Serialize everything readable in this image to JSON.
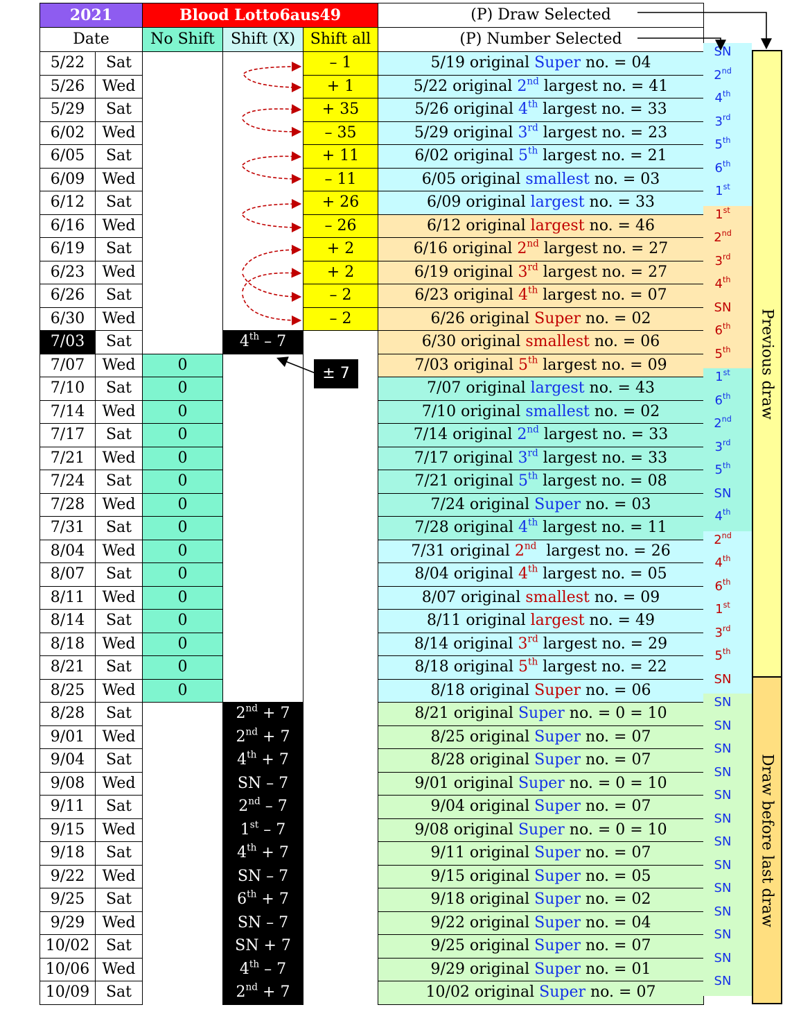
{
  "header": {
    "year": "2021",
    "title": "Blood Lotto6aus49",
    "draw_selected": "(P) Draw Selected",
    "col_date": "Date",
    "col_no_shift": "No Shift",
    "col_shift_x": "Shift (X)",
    "col_shift_all": "Shift all",
    "number_selected": "(P) Number Selected"
  },
  "pm7_label": "± 7",
  "vertical_labels": {
    "previous": "Previous draw",
    "before_last": "Draw before last draw"
  },
  "colors": {
    "purple": "#8e5cf0",
    "red": "#ff0000",
    "mint": "#7ff5cf",
    "yellow": "#ffff00",
    "cyan": "#c6fbff",
    "orange": "#ffe8b0",
    "teal": "#a5f7e3",
    "green": "#d2fcc8",
    "bar_yellow": "#ffff99",
    "bar_gold": "#ffdf80",
    "blue_text": "#1430e8",
    "red_text": "#c00000"
  },
  "rows": [
    {
      "date": "5/22",
      "day": "Sat",
      "noshift": "",
      "shiftx": "",
      "shiftall": "– 1",
      "sel_pre": "5/19 original ",
      "sel_word": "Super",
      "sel_sup": "",
      "sel_post": " no. = 04",
      "bg": "cyan",
      "wc": "blue",
      "side": "SN",
      "side_sup": "",
      "side_color": "blue"
    },
    {
      "date": "5/26",
      "day": "Wed",
      "noshift": "",
      "shiftx": "",
      "shiftall": "+ 1",
      "sel_pre": "5/22 original ",
      "sel_word": "2",
      "sel_sup": "nd",
      "sel_post": " largest no. = 41",
      "bg": "cyan",
      "wc": "blue",
      "side": "2",
      "side_sup": "nd",
      "side_color": "blue"
    },
    {
      "date": "5/29",
      "day": "Sat",
      "noshift": "",
      "shiftx": "",
      "shiftall": "+ 35",
      "sel_pre": "5/26 original ",
      "sel_word": "4",
      "sel_sup": "th",
      "sel_post": " largest no. = 33",
      "bg": "cyan",
      "wc": "blue",
      "side": "4",
      "side_sup": "th",
      "side_color": "blue"
    },
    {
      "date": "6/02",
      "day": "Wed",
      "noshift": "",
      "shiftx": "",
      "shiftall": "– 35",
      "sel_pre": "5/29 original ",
      "sel_word": "3",
      "sel_sup": "rd",
      "sel_post": " largest no. = 23",
      "bg": "cyan",
      "wc": "blue",
      "side": "3",
      "side_sup": "rd",
      "side_color": "blue"
    },
    {
      "date": "6/05",
      "day": "Sat",
      "noshift": "",
      "shiftx": "",
      "shiftall": "+ 11",
      "sel_pre": "6/02 original ",
      "sel_word": "5",
      "sel_sup": "th",
      "sel_post": " largest no. = 21",
      "bg": "cyan",
      "wc": "blue",
      "side": "5",
      "side_sup": "th",
      "side_color": "blue"
    },
    {
      "date": "6/09",
      "day": "Wed",
      "noshift": "",
      "shiftx": "",
      "shiftall": "– 11",
      "sel_pre": "6/05 original ",
      "sel_word": "smallest",
      "sel_sup": "",
      "sel_post": " no. = 03",
      "bg": "cyan",
      "wc": "blue",
      "side": "6",
      "side_sup": "th",
      "side_color": "blue"
    },
    {
      "date": "6/12",
      "day": "Sat",
      "noshift": "",
      "shiftx": "",
      "shiftall": "+ 26",
      "sel_pre": "6/09 original ",
      "sel_word": "largest",
      "sel_sup": "",
      "sel_post": " no. = 33",
      "bg": "cyan",
      "wc": "blue",
      "side": "1",
      "side_sup": "st",
      "side_color": "blue"
    },
    {
      "date": "6/16",
      "day": "Wed",
      "noshift": "",
      "shiftx": "",
      "shiftall": "– 26",
      "sel_pre": "6/12 original ",
      "sel_word": "largest",
      "sel_sup": "",
      "sel_post": " no. = 46",
      "bg": "orange",
      "wc": "red",
      "side": "1",
      "side_sup": "st",
      "side_color": "red"
    },
    {
      "date": "6/19",
      "day": "Sat",
      "noshift": "",
      "shiftx": "",
      "shiftall": "+ 2",
      "sel_pre": "6/16 original ",
      "sel_word": "2",
      "sel_sup": "nd",
      "sel_post": " largest no. = 27",
      "bg": "orange",
      "wc": "red",
      "side": "2",
      "side_sup": "nd",
      "side_color": "red"
    },
    {
      "date": "6/23",
      "day": "Wed",
      "noshift": "",
      "shiftx": "",
      "shiftall": "+ 2",
      "sel_pre": "6/19 original ",
      "sel_word": "3",
      "sel_sup": "rd",
      "sel_post": " largest no. = 27",
      "bg": "orange",
      "wc": "red",
      "side": "3",
      "side_sup": "rd",
      "side_color": "red"
    },
    {
      "date": "6/26",
      "day": "Sat",
      "noshift": "",
      "shiftx": "",
      "shiftall": "– 2",
      "sel_pre": "6/23 original ",
      "sel_word": "4",
      "sel_sup": "th",
      "sel_post": " largest no. = 07",
      "bg": "orange",
      "wc": "red",
      "side": "4",
      "side_sup": "th",
      "side_color": "red"
    },
    {
      "date": "6/30",
      "day": "Wed",
      "noshift": "",
      "shiftx": "",
      "shiftall": "– 2",
      "sel_pre": "6/26 original ",
      "sel_word": "Super",
      "sel_sup": "",
      "sel_post": " no. = 02",
      "bg": "orange",
      "wc": "red",
      "side": "SN",
      "side_sup": "",
      "side_color": "red"
    },
    {
      "date": "7/03",
      "day": "Sat",
      "noshift": "",
      "shiftx": "4th – 7",
      "shiftall": "",
      "sel_pre": "6/30 original ",
      "sel_word": "smallest",
      "sel_sup": "",
      "sel_post": " no. = 06",
      "bg": "orange",
      "wc": "red",
      "side": "6",
      "side_sup": "th",
      "side_color": "red"
    },
    {
      "date": "7/07",
      "day": "Wed",
      "noshift": "0",
      "shiftx": "",
      "shiftall": "",
      "sel_pre": "7/03 original ",
      "sel_word": "5",
      "sel_sup": "th",
      "sel_post": " largest no. = 09",
      "bg": "orange",
      "wc": "red",
      "side": "5",
      "side_sup": "th",
      "side_color": "red"
    },
    {
      "date": "7/10",
      "day": "Sat",
      "noshift": "0",
      "shiftx": "",
      "shiftall": "",
      "sel_pre": "7/07 original ",
      "sel_word": "largest",
      "sel_sup": "",
      "sel_post": " no. = 43",
      "bg": "teal",
      "wc": "blue",
      "side": "1",
      "side_sup": "st",
      "side_color": "blue"
    },
    {
      "date": "7/14",
      "day": "Wed",
      "noshift": "0",
      "shiftx": "",
      "shiftall": "",
      "sel_pre": "7/10 original ",
      "sel_word": "smallest",
      "sel_sup": "",
      "sel_post": " no. = 02",
      "bg": "teal",
      "wc": "blue",
      "side": "6",
      "side_sup": "th",
      "side_color": "blue"
    },
    {
      "date": "7/17",
      "day": "Sat",
      "noshift": "0",
      "shiftx": "",
      "shiftall": "",
      "sel_pre": "7/14 original ",
      "sel_word": "2",
      "sel_sup": "nd",
      "sel_post": " largest no. = 33",
      "bg": "teal",
      "wc": "blue",
      "side": "2",
      "side_sup": "nd",
      "side_color": "blue"
    },
    {
      "date": "7/21",
      "day": "Wed",
      "noshift": "0",
      "shiftx": "",
      "shiftall": "",
      "sel_pre": "7/17 original ",
      "sel_word": "3",
      "sel_sup": "rd",
      "sel_post": " largest no. = 33",
      "bg": "teal",
      "wc": "blue",
      "side": "3",
      "side_sup": "rd",
      "side_color": "blue"
    },
    {
      "date": "7/24",
      "day": "Sat",
      "noshift": "0",
      "shiftx": "",
      "shiftall": "",
      "sel_pre": "7/21 original ",
      "sel_word": "5",
      "sel_sup": "th",
      "sel_post": " largest no. = 08",
      "bg": "teal",
      "wc": "blue",
      "side": "5",
      "side_sup": "th",
      "side_color": "blue"
    },
    {
      "date": "7/28",
      "day": "Wed",
      "noshift": "0",
      "shiftx": "",
      "shiftall": "",
      "sel_pre": "7/24 original ",
      "sel_word": "Super",
      "sel_sup": "",
      "sel_post": " no. = 03",
      "bg": "teal",
      "wc": "blue",
      "side": "SN",
      "side_sup": "",
      "side_color": "blue"
    },
    {
      "date": "7/31",
      "day": "Sat",
      "noshift": "0",
      "shiftx": "",
      "shiftall": "",
      "sel_pre": "7/28 original ",
      "sel_word": "4",
      "sel_sup": "th",
      "sel_post": " largest no. = 11",
      "bg": "teal",
      "wc": "blue",
      "side": "4",
      "side_sup": "th",
      "side_color": "blue"
    },
    {
      "date": "8/04",
      "day": "Wed",
      "noshift": "0",
      "shiftx": "",
      "shiftall": "",
      "sel_pre": "7/31 original ",
      "sel_word": "2",
      "sel_sup": "nd",
      "sel_post": "  largest no. = 26",
      "bg": "cyan",
      "wc": "red",
      "side": "2",
      "side_sup": "nd",
      "side_color": "red"
    },
    {
      "date": "8/07",
      "day": "Sat",
      "noshift": "0",
      "shiftx": "",
      "shiftall": "",
      "sel_pre": "8/04 original ",
      "sel_word": "4",
      "sel_sup": "th",
      "sel_post": " largest no. = 05",
      "bg": "cyan",
      "wc": "red",
      "side": "4",
      "side_sup": "th",
      "side_color": "red"
    },
    {
      "date": "8/11",
      "day": "Wed",
      "noshift": "0",
      "shiftx": "",
      "shiftall": "",
      "sel_pre": "8/07 original ",
      "sel_word": "smallest",
      "sel_sup": "",
      "sel_post": " no. = 09",
      "bg": "cyan",
      "wc": "red",
      "side": "6",
      "side_sup": "th",
      "side_color": "red"
    },
    {
      "date": "8/14",
      "day": "Sat",
      "noshift": "0",
      "shiftx": "",
      "shiftall": "",
      "sel_pre": "8/11 original ",
      "sel_word": "largest",
      "sel_sup": "",
      "sel_post": " no. = 49",
      "bg": "cyan",
      "wc": "red",
      "side": "1",
      "side_sup": "st",
      "side_color": "red"
    },
    {
      "date": "8/18",
      "day": "Wed",
      "noshift": "0",
      "shiftx": "",
      "shiftall": "",
      "sel_pre": "8/14 original ",
      "sel_word": "3",
      "sel_sup": "rd",
      "sel_post": " largest no. = 29",
      "bg": "cyan",
      "wc": "red",
      "side": "3",
      "side_sup": "rd",
      "side_color": "red"
    },
    {
      "date": "8/21",
      "day": "Sat",
      "noshift": "0",
      "shiftx": "",
      "shiftall": "",
      "sel_pre": "8/18 original ",
      "sel_word": "5",
      "sel_sup": "th",
      "sel_post": " largest no. = 22",
      "bg": "cyan",
      "wc": "red",
      "side": "5",
      "side_sup": "th",
      "side_color": "red"
    },
    {
      "date": "8/25",
      "day": "Wed",
      "noshift": "0",
      "shiftx": "",
      "shiftall": "",
      "sel_pre": "8/18 original ",
      "sel_word": "Super",
      "sel_sup": "",
      "sel_post": " no. = 06",
      "bg": "cyan",
      "wc": "red",
      "side": "SN",
      "side_sup": "",
      "side_color": "red"
    },
    {
      "date": "8/28",
      "day": "Sat",
      "noshift": "",
      "shiftx": "2nd + 7",
      "shiftall": "",
      "sel_pre": "8/21 original ",
      "sel_word": "Super",
      "sel_sup": "",
      "sel_post": " no. = 0 = 10",
      "bg": "green",
      "wc": "blue",
      "side": "SN",
      "side_sup": "",
      "side_color": "blue"
    },
    {
      "date": "9/01",
      "day": "Wed",
      "noshift": "",
      "shiftx": "2nd + 7",
      "shiftall": "",
      "sel_pre": "8/25 original ",
      "sel_word": "Super",
      "sel_sup": "",
      "sel_post": " no. = 07",
      "bg": "green",
      "wc": "blue",
      "side": "SN",
      "side_sup": "",
      "side_color": "blue"
    },
    {
      "date": "9/04",
      "day": "Sat",
      "noshift": "",
      "shiftx": "4th + 7",
      "shiftall": "",
      "sel_pre": "8/28 original ",
      "sel_word": "Super",
      "sel_sup": "",
      "sel_post": " no. = 07",
      "bg": "green",
      "wc": "blue",
      "side": "SN",
      "side_sup": "",
      "side_color": "blue"
    },
    {
      "date": "9/08",
      "day": "Wed",
      "noshift": "",
      "shiftx": "SN – 7",
      "shiftall": "",
      "sel_pre": "9/01 original ",
      "sel_word": "Super",
      "sel_sup": "",
      "sel_post": " no. = 0 = 10",
      "bg": "green",
      "wc": "blue",
      "side": "SN",
      "side_sup": "",
      "side_color": "blue"
    },
    {
      "date": "9/11",
      "day": "Sat",
      "noshift": "",
      "shiftx": "2nd – 7",
      "shiftall": "",
      "sel_pre": "9/04 original ",
      "sel_word": "Super",
      "sel_sup": "",
      "sel_post": " no. = 07",
      "bg": "green",
      "wc": "blue",
      "side": "SN",
      "side_sup": "",
      "side_color": "blue"
    },
    {
      "date": "9/15",
      "day": "Wed",
      "noshift": "",
      "shiftx": "1st – 7",
      "shiftall": "",
      "sel_pre": "9/08 original ",
      "sel_word": "Super",
      "sel_sup": "",
      "sel_post": " no. = 0 = 10",
      "bg": "green",
      "wc": "blue",
      "side": "SN",
      "side_sup": "",
      "side_color": "blue"
    },
    {
      "date": "9/18",
      "day": "Sat",
      "noshift": "",
      "shiftx": "4th + 7",
      "shiftall": "",
      "sel_pre": "9/11 original ",
      "sel_word": "Super",
      "sel_sup": "",
      "sel_post": " no. = 07",
      "bg": "green",
      "wc": "blue",
      "side": "SN",
      "side_sup": "",
      "side_color": "blue"
    },
    {
      "date": "9/22",
      "day": "Wed",
      "noshift": "",
      "shiftx": "SN – 7",
      "shiftall": "",
      "sel_pre": "9/15 original ",
      "sel_word": "Super",
      "sel_sup": "",
      "sel_post": " no. = 05",
      "bg": "green",
      "wc": "blue",
      "side": "SN",
      "side_sup": "",
      "side_color": "blue"
    },
    {
      "date": "9/25",
      "day": "Sat",
      "noshift": "",
      "shiftx": "6th + 7",
      "shiftall": "",
      "sel_pre": "9/18 original ",
      "sel_word": "Super",
      "sel_sup": "",
      "sel_post": " no. = 02",
      "bg": "green",
      "wc": "blue",
      "side": "SN",
      "side_sup": "",
      "side_color": "blue"
    },
    {
      "date": "9/29",
      "day": "Wed",
      "noshift": "",
      "shiftx": "SN – 7",
      "shiftall": "",
      "sel_pre": "9/22 original ",
      "sel_word": "Super",
      "sel_sup": "",
      "sel_post": " no. = 04",
      "bg": "green",
      "wc": "blue",
      "side": "SN",
      "side_sup": "",
      "side_color": "blue"
    },
    {
      "date": "10/02",
      "day": "Sat",
      "noshift": "",
      "shiftx": "SN + 7",
      "shiftall": "",
      "sel_pre": "9/25 original ",
      "sel_word": "Super",
      "sel_sup": "",
      "sel_post": " no. = 07",
      "bg": "green",
      "wc": "blue",
      "side": "SN",
      "side_sup": "",
      "side_color": "blue"
    },
    {
      "date": "10/06",
      "day": "Wed",
      "noshift": "",
      "shiftx": "4th – 7",
      "shiftall": "",
      "sel_pre": "9/29 original ",
      "sel_word": "Super",
      "sel_sup": "",
      "sel_post": " no. = 01",
      "bg": "green",
      "wc": "blue",
      "side": "SN",
      "side_sup": "",
      "side_color": "blue"
    },
    {
      "date": "10/09",
      "day": "Sat",
      "noshift": "",
      "shiftx": "2nd + 7",
      "shiftall": "",
      "sel_pre": "10/02 original ",
      "sel_word": "Super",
      "sel_sup": "",
      "sel_post": " no. = 07",
      "bg": "green",
      "wc": "blue",
      "side": "SN",
      "side_sup": "",
      "side_color": "blue"
    }
  ]
}
